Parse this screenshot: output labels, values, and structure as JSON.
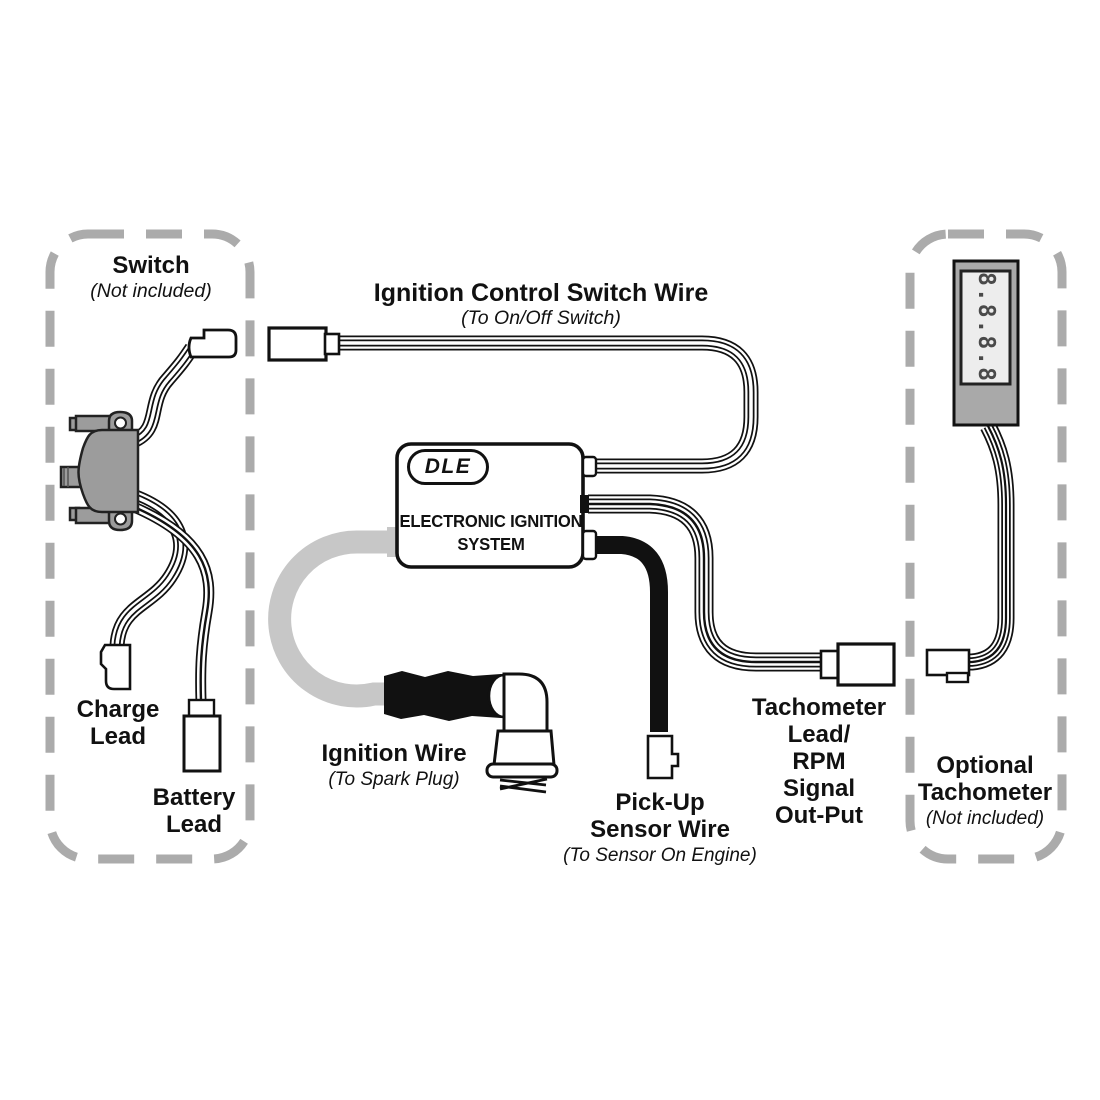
{
  "diagram": {
    "labels": {
      "switch": {
        "title": "Switch",
        "note": "(Not included)"
      },
      "ignition_control_switch_wire": {
        "title": "Ignition Control Switch Wire",
        "note": "(To On/Off Switch)"
      },
      "charge_lead": {
        "lines": [
          "Charge",
          "Lead"
        ]
      },
      "battery_lead": {
        "lines": [
          "Battery",
          "Lead"
        ]
      },
      "ignition_wire": {
        "title": "Ignition Wire",
        "note": "(To Spark Plug)"
      },
      "pickup_sensor_wire": {
        "lines": [
          "Pick-Up",
          "Sensor Wire"
        ],
        "note": "(To Sensor On Engine)"
      },
      "tachometer_lead": {
        "lines": [
          "Tachometer",
          "Lead/",
          "RPM",
          "Signal",
          "Out-Put"
        ]
      },
      "optional_tachometer": {
        "lines": [
          "Optional",
          "Tachometer"
        ],
        "note": "(Not included)"
      }
    },
    "device": {
      "logo": "DLE",
      "name_lines": [
        "ELECTRONIC IGNITION",
        "SYSTEM"
      ]
    },
    "tachometer": {
      "display_value": "8.8.8.8"
    },
    "colors": {
      "line_black": "#111111",
      "dash_gray": "#ababab",
      "switch_gray": "#9c9c9c",
      "wire_gray": "#c7c7c7",
      "tach_body_gray": "#a9a9a9",
      "tach_display": "#ededed",
      "digit_gray": "#4a4a4a"
    }
  }
}
